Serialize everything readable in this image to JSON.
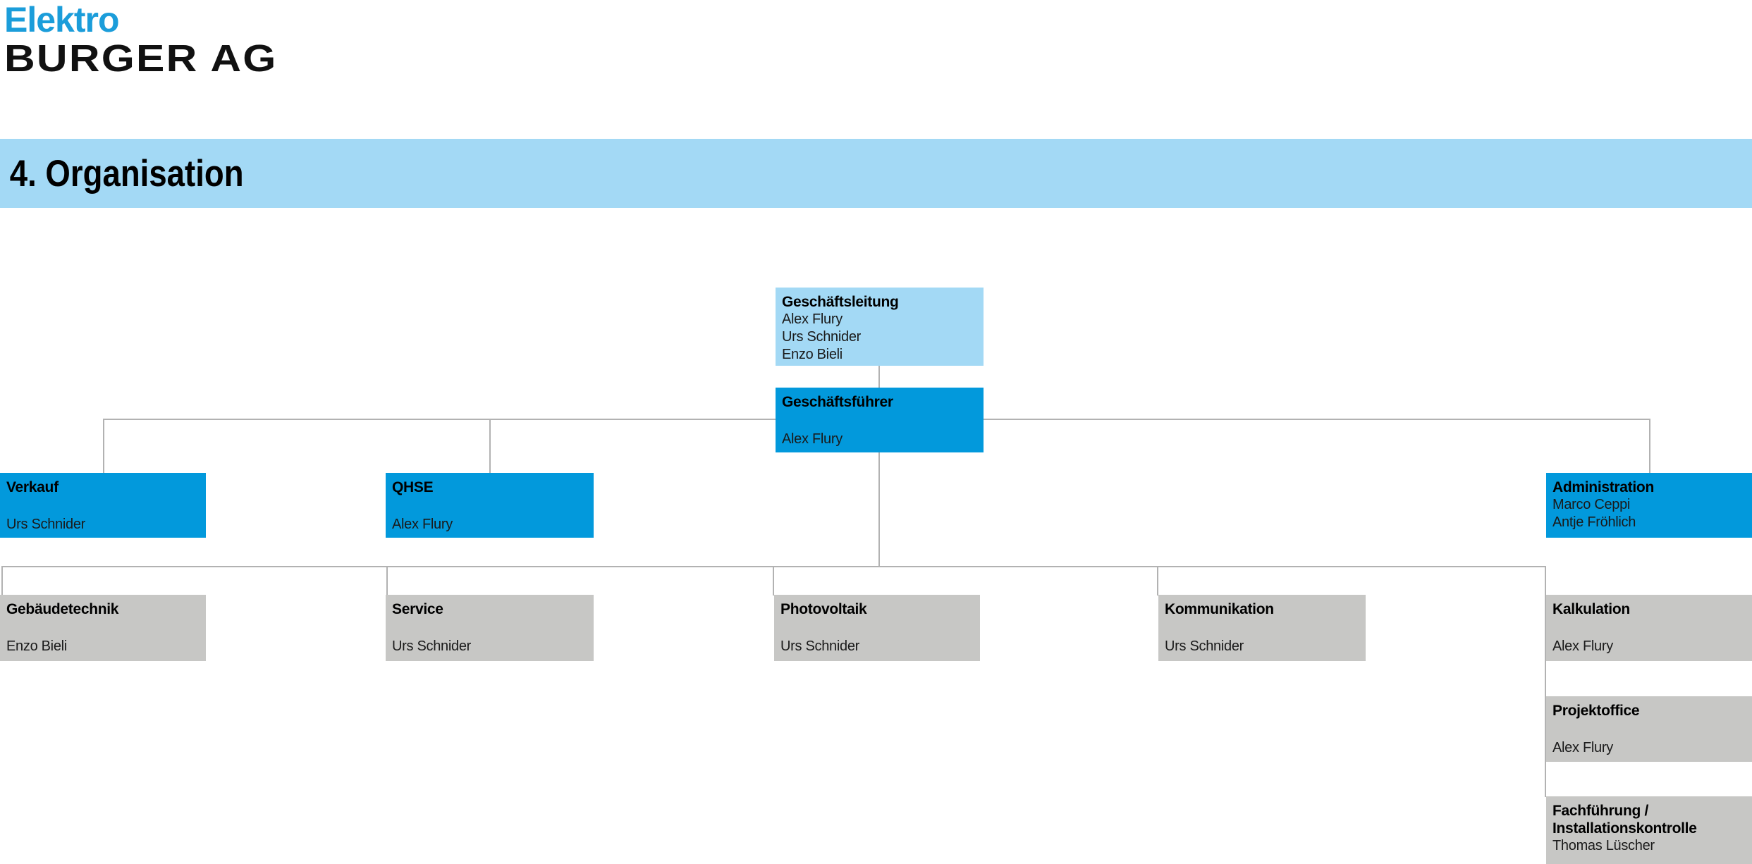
{
  "logo": {
    "line1": "Elektro",
    "line2": "BURGER AG"
  },
  "banner": {
    "title": "4. Organisation"
  },
  "colors": {
    "blue": "#0299dc",
    "lightblue": "#a3d9f5",
    "gray": "#c7c7c5",
    "line": "#b2b2b2",
    "logoblue": "#1b9dda"
  },
  "org": {
    "nodes": [
      {
        "id": "geschaeftsleitung",
        "title": "Geschäftsleitung",
        "people": [
          "Alex Flury",
          "Urs Schnider",
          "Enzo Bieli"
        ]
      },
      {
        "id": "geschaeftsfuehrer",
        "title": "Geschäftsführer",
        "people": [
          "Alex Flury"
        ]
      },
      {
        "id": "verkauf",
        "title": "Verkauf",
        "people": [
          "Urs Schnider"
        ]
      },
      {
        "id": "qhse",
        "title": "QHSE",
        "people": [
          "Alex Flury"
        ]
      },
      {
        "id": "administration",
        "title": "Administration",
        "people": [
          "Marco Ceppi",
          "Antje Fröhlich"
        ]
      },
      {
        "id": "gebaeudetechnik",
        "title": "Gebäudetechnik",
        "people": [
          "Enzo Bieli"
        ]
      },
      {
        "id": "service",
        "title": "Service",
        "people": [
          "Urs Schnider"
        ]
      },
      {
        "id": "photovoltaik",
        "title": "Photovoltaik",
        "people": [
          "Urs Schnider"
        ]
      },
      {
        "id": "kommunikation",
        "title": "Kommunikation",
        "people": [
          "Urs Schnider"
        ]
      },
      {
        "id": "kalkulation",
        "title": "Kalkulation",
        "people": [
          "Alex Flury"
        ]
      },
      {
        "id": "projektoffice",
        "title": "Projektoffice",
        "people": [
          "Alex Flury"
        ]
      },
      {
        "id": "fachfuehrung",
        "title": "Fachführung / Installationskontrolle",
        "people": [
          "Thomas Lüscher"
        ]
      }
    ]
  }
}
